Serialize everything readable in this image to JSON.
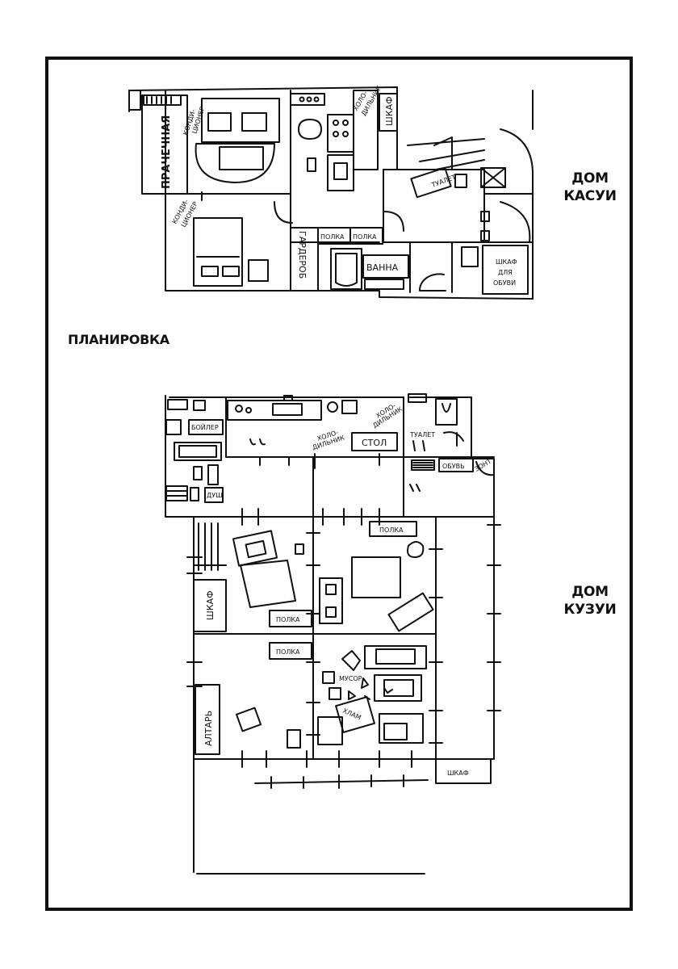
{
  "headings": {
    "layout": "ПЛАНИРОВКА",
    "kasui_line1": "ДОМ",
    "kasui_line2": "КАСУИ",
    "kuzui_line1": "ДОМ",
    "kuzui_line2": "КУЗУИ"
  },
  "kasui": {
    "laundry": "ПРАЧЕЧНАЯ",
    "ac_top_1": "КОНДИ-",
    "ac_top_2": "ЦИОНЕР",
    "fridge_1": "ХОЛО-",
    "fridge_2": "ДИЛЬНИК",
    "closet": "ШКАФ",
    "toilet": "ТУАЛЕТ",
    "ac_bottom_1": "КОНДИ-",
    "ac_bottom_2": "ЦИОНЕР",
    "shelf_1": "ПОЛКА",
    "shelf_2": "ПОЛКА",
    "wardrobe": "ГАРДЕРОБ",
    "bath": "ВАННА",
    "shoe_cabinet_1": "ШКАФ",
    "shoe_cabinet_2": "ДЛЯ",
    "shoe_cabinet_3": "ОБУВИ"
  },
  "kuzui": {
    "boiler": "БОЙЛЕР",
    "shower": "ДУШ",
    "fridge_a_1": "ХОЛО-",
    "fridge_a_2": "ДИЛЬНИК",
    "fridge_b_1": "ХОЛО-",
    "fridge_b_2": "ДИЛЬНИК",
    "table": "СТОЛ",
    "toilet": "ТУАЛЕТ",
    "shoes": "ОБУВЬ",
    "umbrella": "ЗОНТ",
    "shelf_top": "ПОЛКА",
    "closet_left": "ШКАФ",
    "shelf_mid": "ПОЛКА",
    "shelf_low": "ПОЛКА",
    "trash": "МУСОР",
    "junk": "ХЛАМ",
    "altar": "АЛТАРЬ",
    "closet_bottom": "ШКАФ"
  }
}
